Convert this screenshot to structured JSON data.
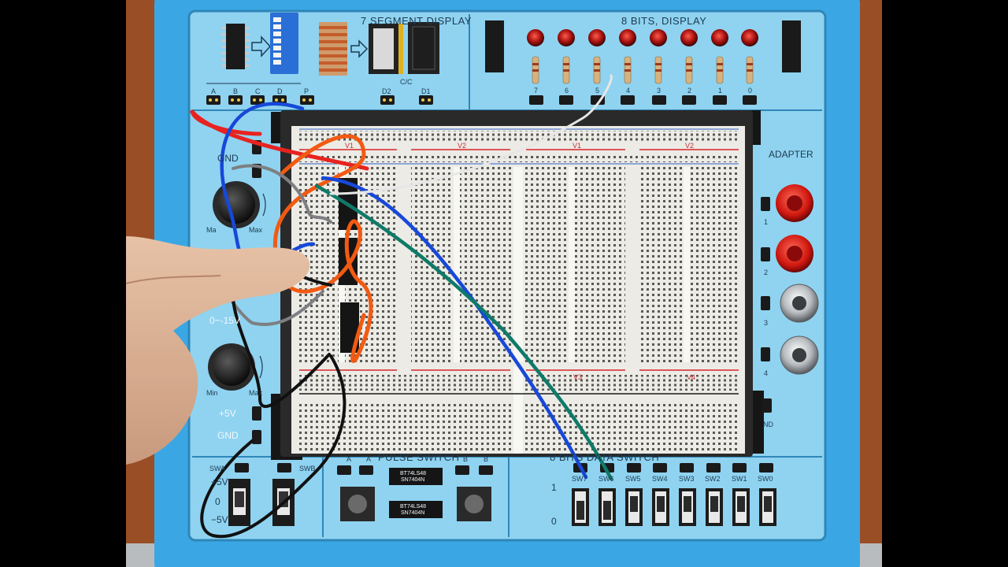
{
  "colors": {
    "panel_blue": "#3aa7e4",
    "panel_pale": "#8fd3f0",
    "breadboard": "#ecebe6",
    "rail_red": "#d8262a",
    "rail_blue": "#2a62c8",
    "wire_red": "#e8231f",
    "wire_orange": "#f25a12",
    "wire_blue": "#1748d8",
    "wire_green": "#0f7a68",
    "wire_black": "#111111",
    "wire_gray": "#7d7f82",
    "wire_white": "#e6e6e6",
    "led_red": "#a3100e"
  },
  "labels": {
    "seven_segment_display": "7 SEGMENT DISPLAY",
    "eight_bits_display": "8 BITS, DISPLAY",
    "adapter": "ADAPTER",
    "pulse_switch": "PULSE SWITCH",
    "eight_bits_data_switch": "8 BITS DATA SWITCH",
    "gnd": "GND",
    "plus5v": "+5V",
    "nd": "ND",
    "min": "Min",
    "max": "Max",
    "ma": "Ma",
    "cc": "C/C",
    "d2": "D2",
    "d1": "D1",
    "p": "P",
    "zero_15v": "0~-15V",
    "swa": "SWA",
    "swb": "SWB",
    "sw_plus5v": "+5V",
    "sw_zero": "0",
    "sw_minus5v": "−5V",
    "bit_one": "1",
    "bit_zero": "0",
    "pulse_a": "A",
    "pulse_a_bar": "A",
    "pulse_b": "B",
    "pulse_b_bar": "B"
  },
  "io_letters": [
    "A",
    "B",
    "C",
    "D"
  ],
  "display_bits": [
    "7",
    "6",
    "5",
    "4",
    "3",
    "2",
    "1",
    "0"
  ],
  "adapter_ports": [
    "1",
    "2",
    "3",
    "4"
  ],
  "data_switches": [
    "SW7",
    "SW6",
    "SW5",
    "SW4",
    "SW3",
    "SW2",
    "SW1",
    "SW0"
  ],
  "rail_labels": [
    "V1",
    "V2",
    "V1",
    "V2",
    "V3",
    "V4"
  ],
  "chip_text": [
    "BT74LS48",
    "SN7404N",
    "BT74LS48",
    "SN7404N"
  ]
}
